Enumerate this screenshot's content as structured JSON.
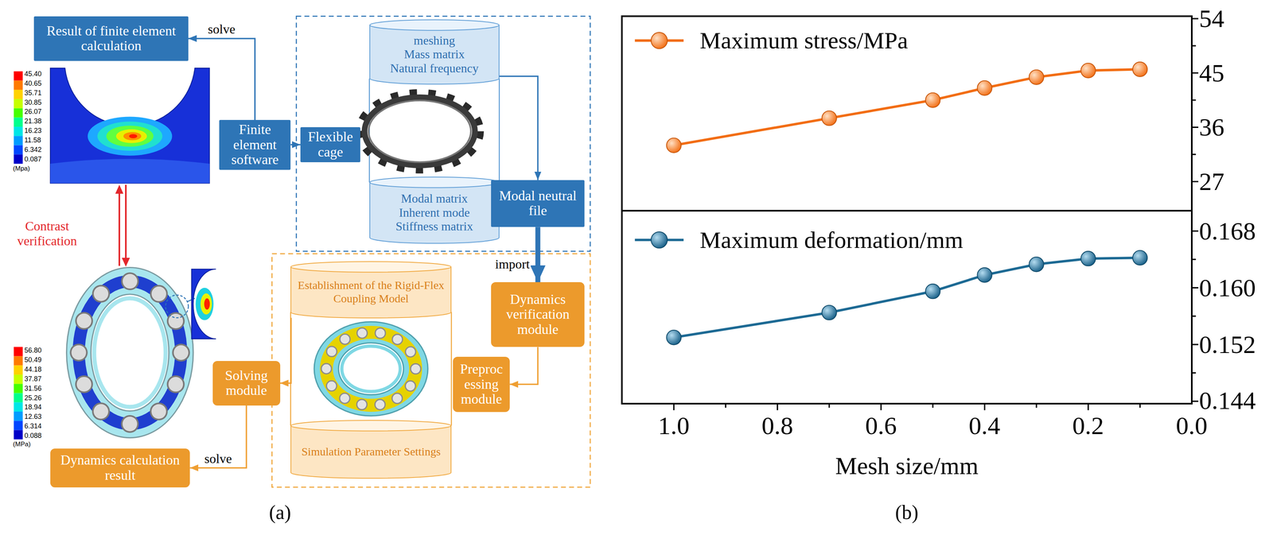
{
  "diagram": {
    "nodes": [
      {
        "text": [
          "Result of finite element calculation"
        ]
      },
      {
        "text": [
          "Finite element software"
        ]
      },
      {
        "text": [
          "Flexible cage"
        ]
      },
      {
        "text": [
          "meshing",
          "Mass matrix",
          "Natural frequency"
        ]
      },
      {
        "text": [
          "Modal matrix",
          "Inherent mode",
          "Stiffness matrix"
        ]
      },
      {
        "text": [
          "Modal neutral file"
        ]
      },
      {
        "text": [
          "Dynamics verification module"
        ]
      },
      {
        "text": [
          "Preproc essing module"
        ]
      },
      {
        "text": [
          "Establishment of the Rigid-Flex Coupling Model"
        ]
      },
      {
        "text": [
          "Simulation Parameter Settings"
        ]
      },
      {
        "text": [
          "Solving module"
        ]
      },
      {
        "text": [
          "Dynamics calculation result"
        ]
      }
    ],
    "edges": [
      {
        "from": 1,
        "to": 0,
        "arrow": "to",
        "label": "solve"
      },
      {
        "from": 1,
        "to": 2,
        "arrow": "to"
      },
      {
        "from": 3,
        "to": 5,
        "arrow": "to"
      },
      {
        "from": 5,
        "to": 6,
        "arrow": "to",
        "label": "import"
      },
      {
        "from": 6,
        "to": 7,
        "arrow": "to"
      },
      {
        "from": 8,
        "to": 10,
        "arrow": "to"
      },
      {
        "from": 10,
        "to": 11,
        "arrow": "to",
        "label": "solve"
      }
    ],
    "labels": [
      "45.40",
      "40.65",
      "35.71",
      "30.85",
      "26.07",
      "21.38",
      "16.23",
      "11.58",
      "6.342",
      "0.087",
      "(Mpa)",
      "Contrast verification",
      "56.80",
      "50.49",
      "44.18",
      "37.87",
      "31.56",
      "25.26",
      "18.94",
      "12.63",
      "6.314",
      "0.088",
      "(MPa)",
      "(a)",
      "54",
      "45",
      "36",
      "27",
      "0.168",
      "0.160",
      "0.152",
      "0.144",
      "1.0",
      "0.8",
      "0.6",
      "0.4",
      "0.2",
      "0.0",
      "Mesh size/mm",
      "(b)"
    ],
    "legend": [
      {
        "text": "Maximum stress/MPa"
      },
      {
        "text": "Maximum deformation/mm"
      }
    ]
  }
}
